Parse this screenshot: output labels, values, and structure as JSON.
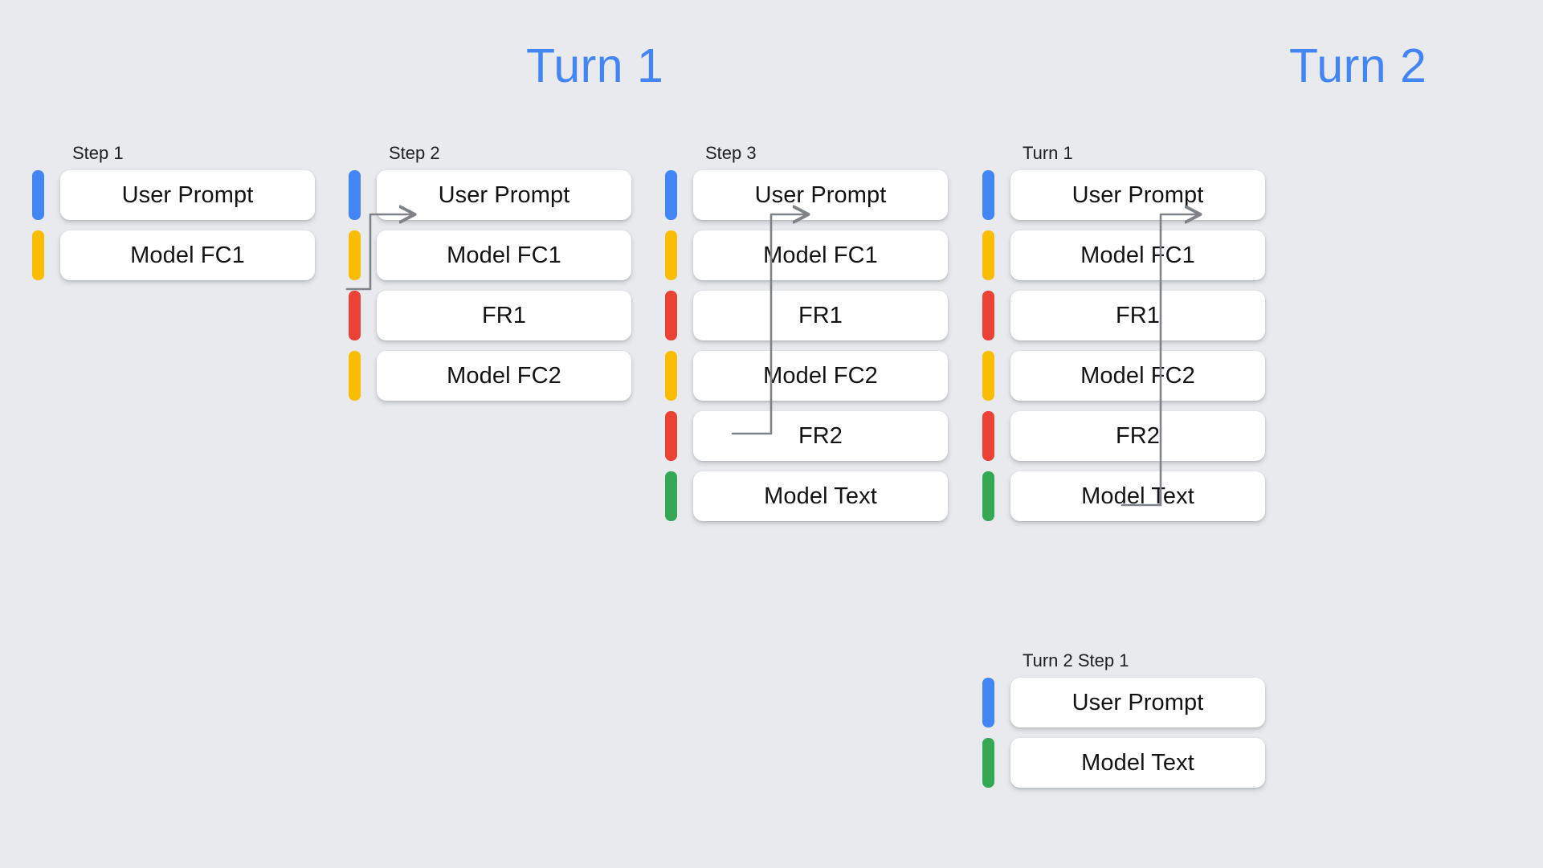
{
  "background_color": "#E8EAED",
  "palette": {
    "blue": "#4285F4",
    "yellow": "#FBBC04",
    "red": "#EA4335",
    "green": "#34A853",
    "connector_gray": "#7E8389",
    "card_white": "#FFFFFF",
    "text_dark": "#131313"
  },
  "headings": [
    {
      "label": "Turn 1"
    },
    {
      "label": "Turn 2"
    }
  ],
  "columns": [
    {
      "label": "Step 1",
      "rows": [
        {
          "bar": "blue",
          "label": "User Prompt"
        },
        {
          "bar": "yellow",
          "label": "Model FC1"
        }
      ]
    },
    {
      "label": "Step 2",
      "rows": [
        {
          "bar": "blue",
          "label": "User Prompt"
        },
        {
          "bar": "yellow",
          "label": "Model FC1"
        },
        {
          "bar": "red",
          "label": "FR1"
        },
        {
          "bar": "yellow",
          "label": "Model FC2"
        }
      ]
    },
    {
      "label": "Step 3",
      "rows": [
        {
          "bar": "blue",
          "label": "User Prompt"
        },
        {
          "bar": "yellow",
          "label": "Model FC1"
        },
        {
          "bar": "red",
          "label": "FR1"
        },
        {
          "bar": "yellow",
          "label": "Model FC2"
        },
        {
          "bar": "red",
          "label": "FR2"
        },
        {
          "bar": "green",
          "label": "Model Text"
        }
      ]
    },
    {
      "label": "Turn 1",
      "rows": [
        {
          "bar": "blue",
          "label": "User Prompt"
        },
        {
          "bar": "yellow",
          "label": "Model FC1"
        },
        {
          "bar": "red",
          "label": "FR1"
        },
        {
          "bar": "yellow",
          "label": "Model FC2"
        },
        {
          "bar": "red",
          "label": "FR2"
        },
        {
          "bar": "green",
          "label": "Model Text"
        }
      ]
    },
    {
      "label": "Turn 2 Step 1",
      "rows": [
        {
          "bar": "blue",
          "label": "User Prompt"
        },
        {
          "bar": "green",
          "label": "Model Text"
        }
      ]
    }
  ],
  "connectors": [
    {
      "name": "step1-to-step2",
      "from_row": "Model FC1",
      "to_row": "User Prompt"
    },
    {
      "name": "step2-to-step3",
      "from_row": "Model FC2",
      "to_row": "User Prompt"
    },
    {
      "name": "step3-to-turn1",
      "from_row": "FR2",
      "to_row": "User Prompt"
    }
  ]
}
